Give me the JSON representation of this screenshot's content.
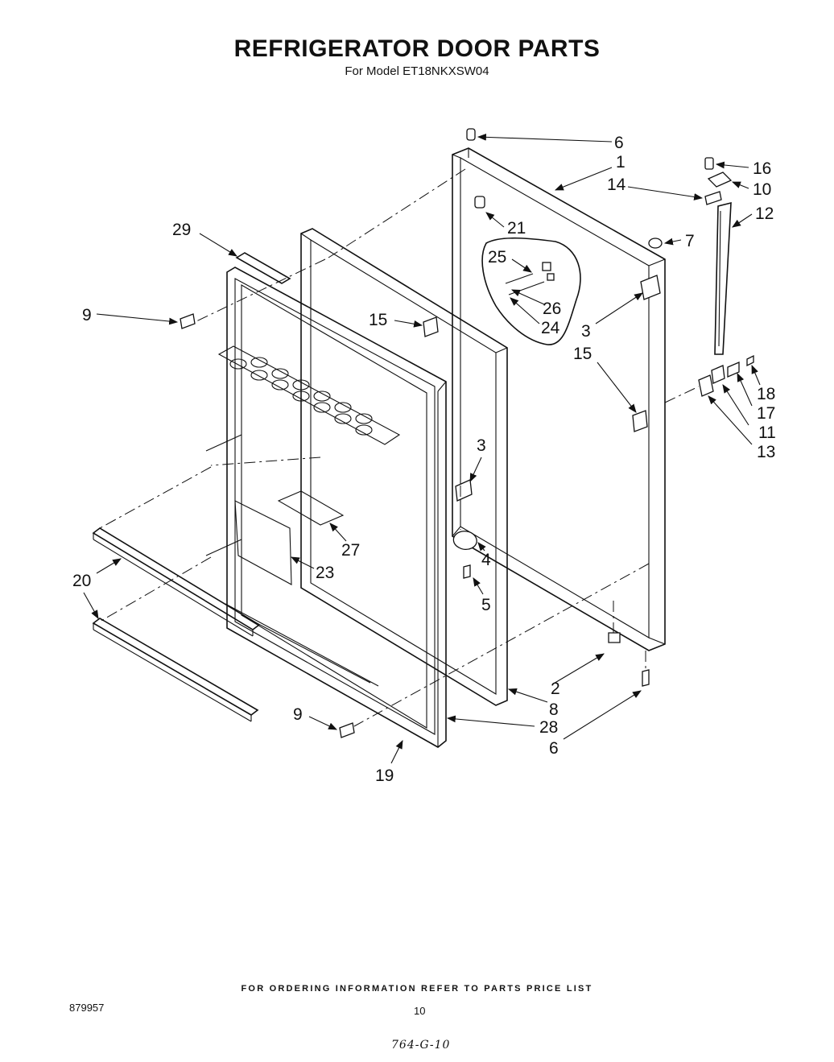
{
  "header": {
    "title": "REFRIGERATOR DOOR PARTS",
    "subtitle": "For Model ET18NKXSW04"
  },
  "callouts": [
    {
      "id": "c6-top",
      "text": "6"
    },
    {
      "id": "c1",
      "text": "1"
    },
    {
      "id": "c16",
      "text": "16"
    },
    {
      "id": "c14",
      "text": "14"
    },
    {
      "id": "c10",
      "text": "10"
    },
    {
      "id": "c12",
      "text": "12"
    },
    {
      "id": "c21",
      "text": "21"
    },
    {
      "id": "c7",
      "text": "7"
    },
    {
      "id": "c29",
      "text": "29"
    },
    {
      "id": "c25",
      "text": "25"
    },
    {
      "id": "c26",
      "text": "26"
    },
    {
      "id": "c24",
      "text": "24"
    },
    {
      "id": "c3-right",
      "text": "3"
    },
    {
      "id": "c9-top",
      "text": "9"
    },
    {
      "id": "c15-left",
      "text": "15"
    },
    {
      "id": "c15-right",
      "text": "15"
    },
    {
      "id": "c18",
      "text": "18"
    },
    {
      "id": "c17",
      "text": "17"
    },
    {
      "id": "c11",
      "text": "11"
    },
    {
      "id": "c13",
      "text": "13"
    },
    {
      "id": "c3-mid",
      "text": "3"
    },
    {
      "id": "c27",
      "text": "27"
    },
    {
      "id": "c4",
      "text": "4"
    },
    {
      "id": "c20",
      "text": "20"
    },
    {
      "id": "c23",
      "text": "23"
    },
    {
      "id": "c5",
      "text": "5"
    },
    {
      "id": "c2",
      "text": "2"
    },
    {
      "id": "c8",
      "text": "8"
    },
    {
      "id": "c9-bottom",
      "text": "9"
    },
    {
      "id": "c28",
      "text": "28"
    },
    {
      "id": "c6-bottom",
      "text": "6"
    },
    {
      "id": "c19",
      "text": "19"
    }
  ],
  "footer": {
    "ordering_note": "FOR ORDERING INFORMATION REFER TO PARTS PRICE LIST",
    "doc_number": "879957",
    "page_number": "10",
    "handwritten_ref": "764-G-10"
  }
}
